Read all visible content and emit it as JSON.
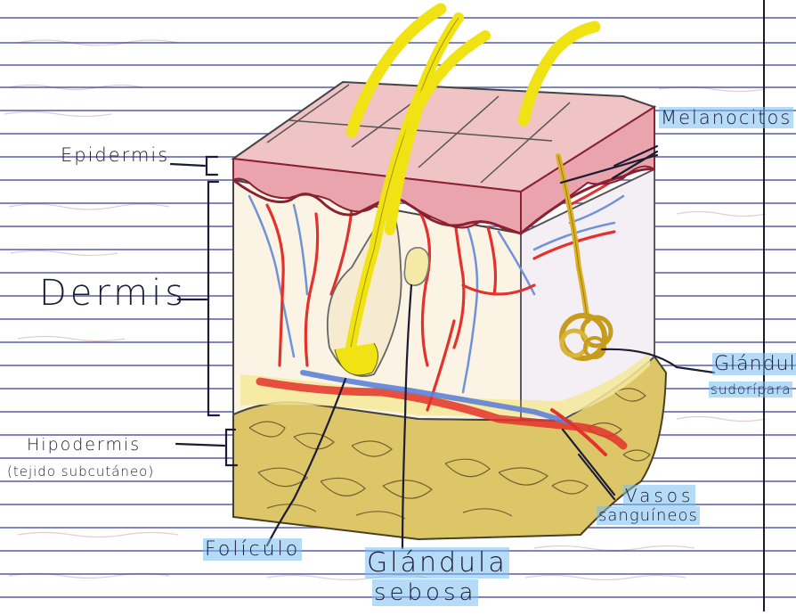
{
  "labels": {
    "epidermis": "Epidermis",
    "dermis": "Dermis",
    "hipodermis_line1": "Hipodermis",
    "hipodermis_line2": "(tejido subcutáneo)",
    "melanocitos": "Melanocitos",
    "glandula_sudoripara_line1": "Glándula",
    "glandula_sudoripara_line2": "sudorípara",
    "vasos_line1": "Vasos",
    "vasos_line2": "sanguíneos",
    "foliculo": "Folículo",
    "glandula_sebosa_line1": "Glándula",
    "glandula_sebosa_line2": "sebosa"
  },
  "colors": {
    "paper": "#ffffff",
    "ruled_line": "#3a3f9a",
    "margin_line": "#1a1a2e",
    "epidermis": "#e9a4ae",
    "dermis_wash": "#fbf3e4",
    "hypodermis": "#dcc667",
    "hair": "#f1e213",
    "artery": "#e3322b",
    "vein": "#6f93d8",
    "ink": "#1c1c34",
    "highlight": "#78bef0"
  }
}
